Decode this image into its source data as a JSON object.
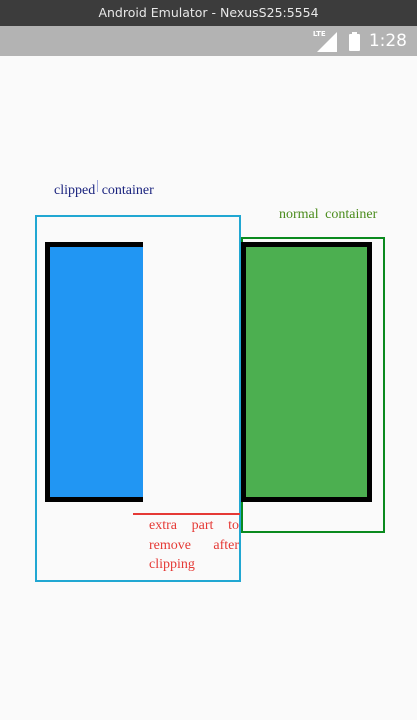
{
  "window": {
    "title": "Android Emulator - NexusS25:5554"
  },
  "status_bar": {
    "network_label": "LTE",
    "time": "1:28",
    "icons": [
      "lte-signal-icon",
      "battery-icon"
    ]
  },
  "main": {
    "clipped_container_label": "clipped container",
    "normal_container_label": "normal container",
    "extra_part_label": "extra part to remove after clipping"
  },
  "colors": {
    "clipped_border": "#21a7d2",
    "clipped_label": "#1a237e",
    "blue_panel": "#2196f3",
    "normal_border": "#0a8a1e",
    "normal_label": "#4a8c1c",
    "green_panel": "#4caf50",
    "annotation": "#e53935",
    "status_bar": "#b3b3b3",
    "titlebar": "#3c3c3c"
  }
}
